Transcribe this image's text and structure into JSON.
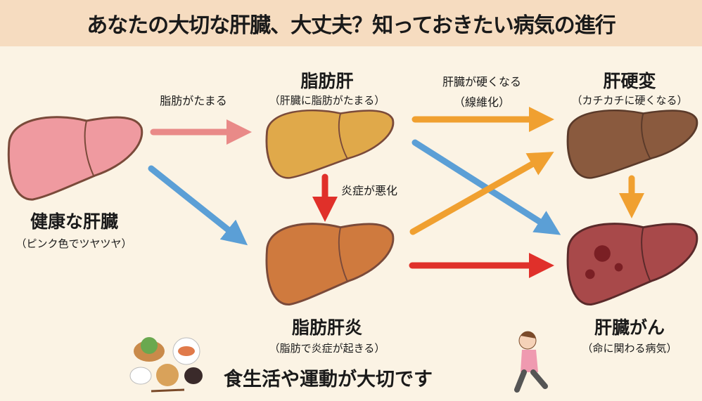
{
  "title": "あなたの大切な肝臓、大丈夫？知っておきたい病気の進行",
  "stages": {
    "healthy": {
      "name": "健康な肝臓",
      "desc": "（ピンク色でツヤツヤ）",
      "color": "#ef9aa0"
    },
    "fatty": {
      "name": "脂肪肝",
      "desc": "（肝臓に脂肪がたまる）",
      "color": "#e0a94a"
    },
    "nash": {
      "name": "脂肪肝炎",
      "desc": "（脂肪で炎症が起きる）",
      "color": "#cf7a3e"
    },
    "cirrhosis": {
      "name": "肝硬変",
      "desc": "（カチカチに硬くなる）",
      "color": "#8a5a3e"
    },
    "cancer": {
      "name": "肝臓がん",
      "desc": "（命に関わる病気）",
      "color": "#a8494a"
    }
  },
  "arrows": {
    "fat_accumulates": "脂肪がたまる",
    "inflammation_worsens": "炎症が悪化",
    "liver_hardens": "肝臓が硬くなる",
    "fibrosis": "（線維化）"
  },
  "footer": "食生活や運動が大切です",
  "colors": {
    "pink": "#e98a88",
    "blue": "#5b9fd6",
    "red": "#e0302a",
    "orange": "#f0a030"
  }
}
